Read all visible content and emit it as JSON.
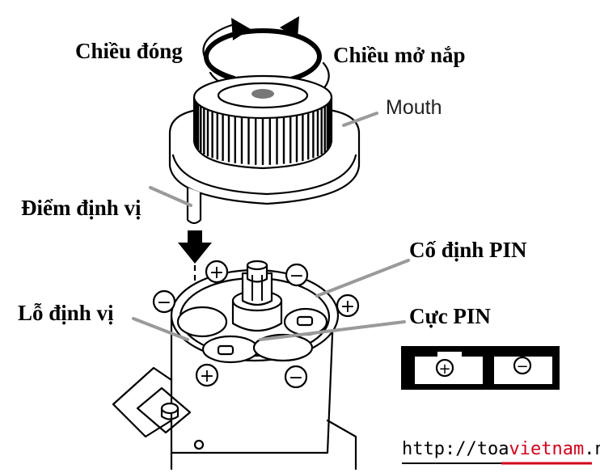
{
  "labels": {
    "closing_direction": "Chiều đóng",
    "opening_direction": "Chiều mở nắp",
    "mouth": "Mouth",
    "positioning_point": "Điểm định vị",
    "battery_fix": "Cố định PIN",
    "positioning_hole": "Lỗ định vị",
    "battery_pole": "Cực PIN"
  },
  "polarity": {
    "plus": "+",
    "minus": "−"
  },
  "watermark": {
    "prefix": "http://",
    "domain_start": "toa",
    "domain_highlight": "vietnam",
    "domain_end": ".net",
    "highlight_color": "#d0021b"
  }
}
